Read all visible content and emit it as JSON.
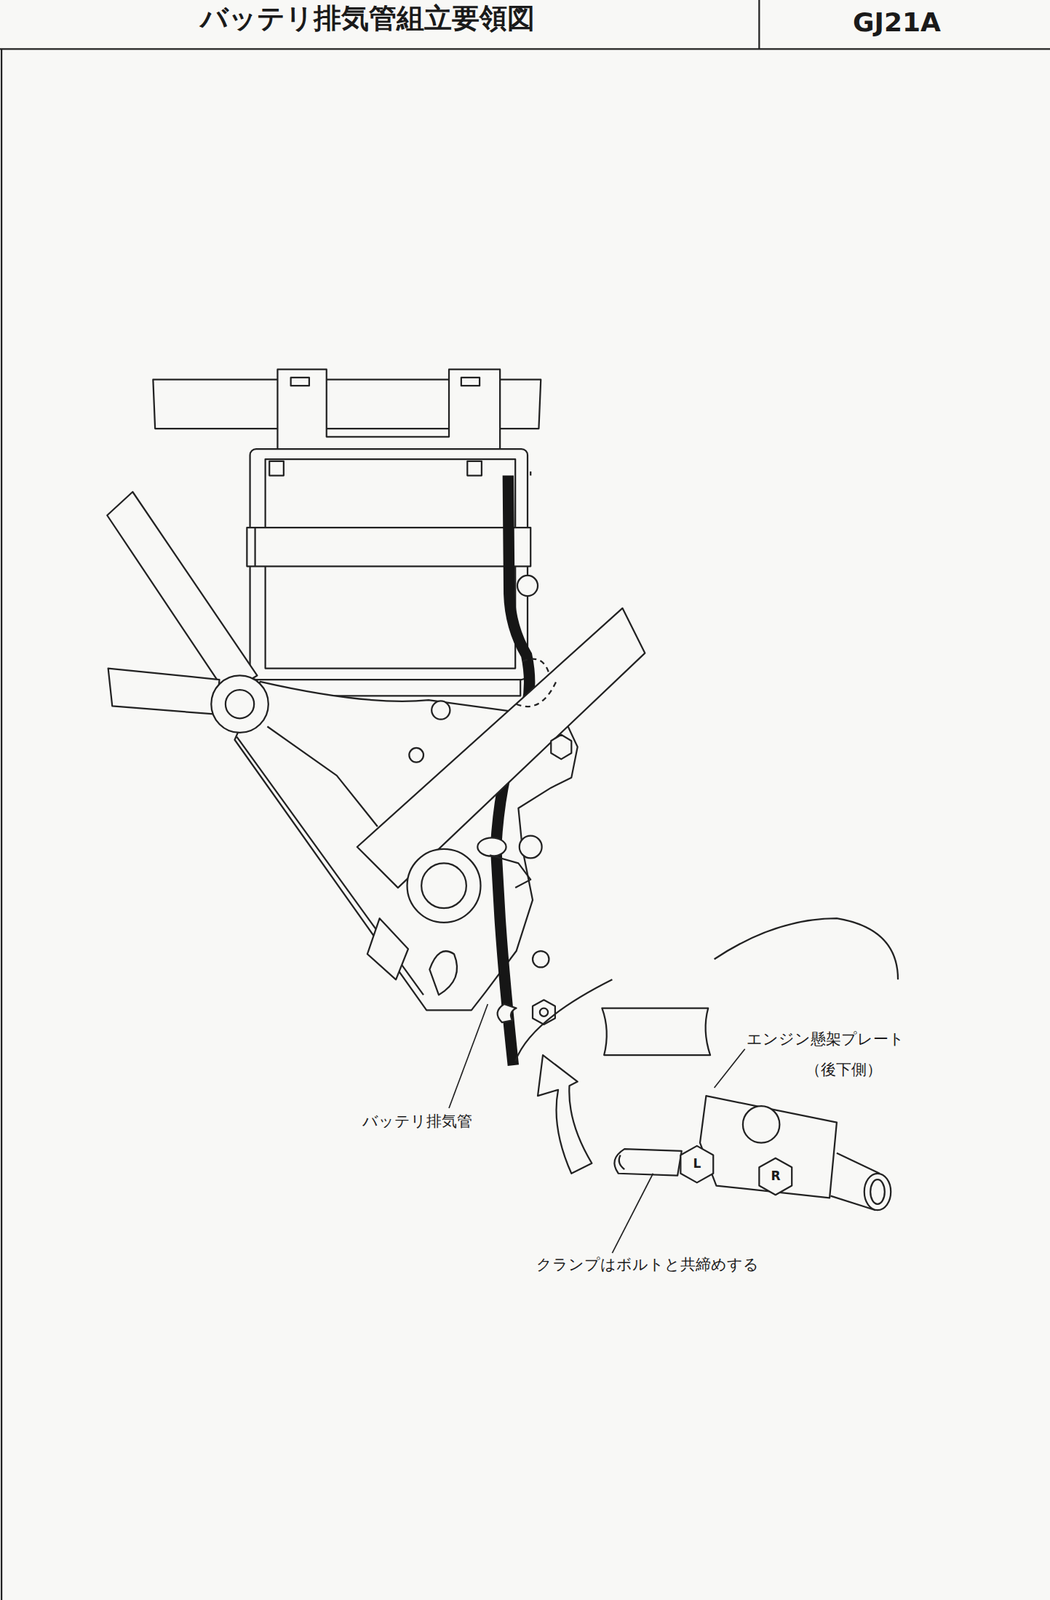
{
  "diagram": {
    "title": "バッテリ排気管組立要領図",
    "labels": [
      "GJ21A",
      "エンジン懸架プレート",
      "（後下側）",
      "バッテリ排気管",
      "L",
      "R",
      "クランプはボルトと共締めする"
    ]
  }
}
